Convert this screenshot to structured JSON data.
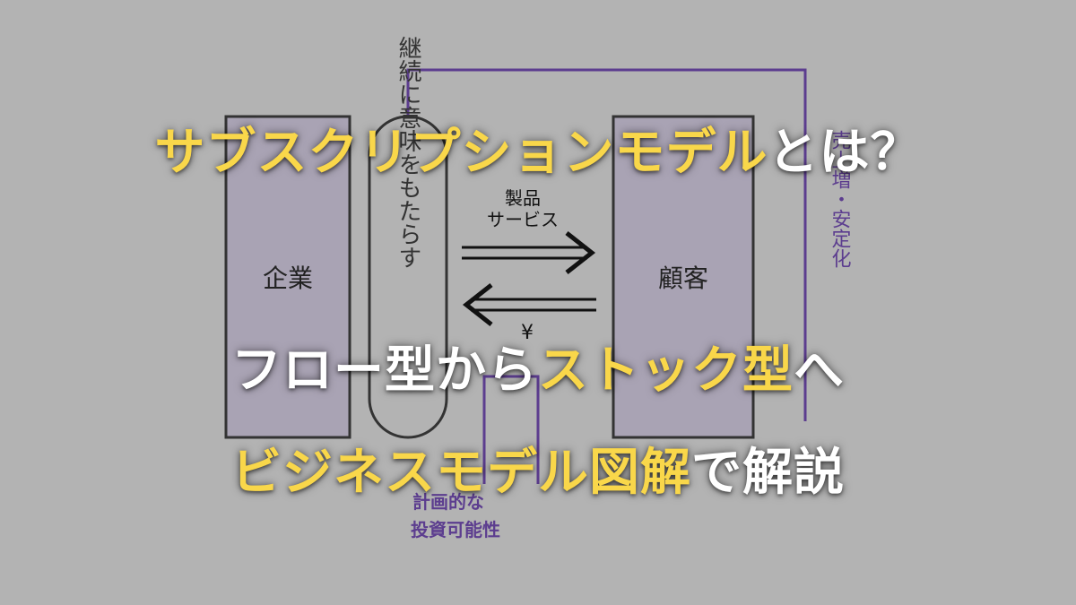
{
  "diagram": {
    "company_label": "企業",
    "customer_label": "顧客",
    "continuity_label": "継続に意味をもたらす",
    "product_label_line1": "製品",
    "product_label_line2": "サービス",
    "money_label": "¥",
    "sales_label": "売上増・安定化",
    "investment_label_line1": "計画的な",
    "investment_label_line2": "投資可能性"
  },
  "headline": {
    "line1_highlight": "サブスクリプションモデル",
    "line1_rest": "とは？",
    "line2_start": "フロー型から",
    "line2_highlight": "ストック型",
    "line2_end": "へ",
    "line3_highlight": "ビジネスモデル図解",
    "line3_rest": "で解説"
  },
  "colors": {
    "background": "#b3b3b3",
    "box_fill": "#a9a3b4",
    "box_stroke": "#333333",
    "accent_purple": "#5c3d8f",
    "highlight_yellow": "#f9d74a",
    "text_white": "#ffffff"
  }
}
